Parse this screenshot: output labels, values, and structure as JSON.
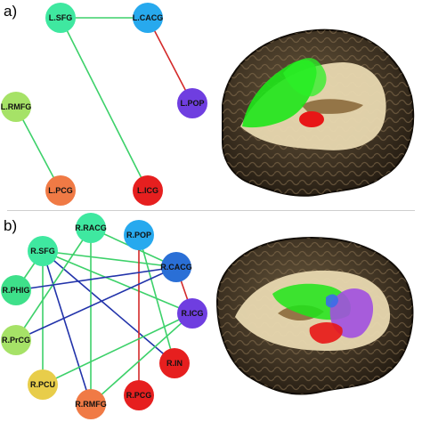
{
  "panels": [
    {
      "id": "a",
      "label": "a)",
      "nodes": [
        {
          "id": "L.SFG",
          "label": "L.SFG",
          "color": "#3fe8a0"
        },
        {
          "id": "L.CACG",
          "label": "L.CACG",
          "color": "#27a9ee"
        },
        {
          "id": "L.RMFG",
          "label": "L.RMFG",
          "color": "#a6e267"
        },
        {
          "id": "L.POP",
          "label": "L.POP",
          "color": "#6f3ee0"
        },
        {
          "id": "L.PCG",
          "label": "L.PCG",
          "color": "#f07a45"
        },
        {
          "id": "L.ICG",
          "label": "L.ICG",
          "color": "#e61f1f"
        }
      ],
      "edges": [
        {
          "from": "L.SFG",
          "to": "L.CACG",
          "color": "#3dd16a"
        },
        {
          "from": "L.SFG",
          "to": "L.ICG",
          "color": "#3dd16a"
        },
        {
          "from": "L.CACG",
          "to": "L.POP",
          "color": "#d42a2a"
        },
        {
          "from": "L.RMFG",
          "to": "L.PCG",
          "color": "#3dd16a"
        }
      ],
      "brain": {
        "tract_colors": [
          "#1ee61a",
          "#e81616"
        ]
      }
    },
    {
      "id": "b",
      "label": "b)",
      "nodes": [
        {
          "id": "R.RACG",
          "label": "R.RACG",
          "color": "#3fe8a0"
        },
        {
          "id": "R.POP",
          "label": "R.POP",
          "color": "#27a9ee"
        },
        {
          "id": "R.SFG",
          "label": "R.SFG",
          "color": "#3fe8a0"
        },
        {
          "id": "R.CACG",
          "label": "R.CACG",
          "color": "#2a6fd6"
        },
        {
          "id": "R.PHIG",
          "label": "R.PHIG",
          "color": "#3ee08a"
        },
        {
          "id": "R.ICG",
          "label": "R.ICG",
          "color": "#6f3ee0"
        },
        {
          "id": "R.PrCG",
          "label": "R.PrCG",
          "color": "#a6e267"
        },
        {
          "id": "R.IN",
          "label": "R.IN",
          "color": "#e61f1f"
        },
        {
          "id": "R.PCU",
          "label": "R.PCU",
          "color": "#e8cd4a"
        },
        {
          "id": "R.RMFG",
          "label": "R.RMFG",
          "color": "#f07a45"
        },
        {
          "id": "R.PCG",
          "label": "R.PCG",
          "color": "#e61f1f"
        }
      ],
      "edges": [
        {
          "from": "R.SFG",
          "to": "R.CACG",
          "color": "#3dd16a"
        },
        {
          "from": "R.SFG",
          "to": "R.PHIG",
          "color": "#3dd16a"
        },
        {
          "from": "R.SFG",
          "to": "R.ICG",
          "color": "#3dd16a"
        },
        {
          "from": "R.SFG",
          "to": "R.PCU",
          "color": "#3dd16a"
        },
        {
          "from": "R.SFG",
          "to": "R.IN",
          "color": "#2233aa"
        },
        {
          "from": "R.SFG",
          "to": "R.RMFG",
          "color": "#2233aa"
        },
        {
          "from": "R.RACG",
          "to": "R.CACG",
          "color": "#3dd16a"
        },
        {
          "from": "R.RACG",
          "to": "R.RMFG",
          "color": "#3dd16a"
        },
        {
          "from": "R.RACG",
          "to": "R.PrCG",
          "color": "#3dd16a"
        },
        {
          "from": "R.POP",
          "to": "R.PCG",
          "color": "#d42a2a"
        },
        {
          "from": "R.POP",
          "to": "R.IN",
          "color": "#3dd16a"
        },
        {
          "from": "R.CACG",
          "to": "R.PrCG",
          "color": "#2233aa"
        },
        {
          "from": "R.CACG",
          "to": "R.PHIG",
          "color": "#2233aa"
        },
        {
          "from": "R.CACG",
          "to": "R.ICG",
          "color": "#d42a2a"
        },
        {
          "from": "R.ICG",
          "to": "R.PCU",
          "color": "#3dd16a"
        },
        {
          "from": "R.ICG",
          "to": "R.RMFG",
          "color": "#3dd16a"
        }
      ],
      "brain": {
        "tract_colors": [
          "#1ee61a",
          "#e81616",
          "#a14fe0",
          "#3a6ee8"
        ]
      }
    }
  ]
}
